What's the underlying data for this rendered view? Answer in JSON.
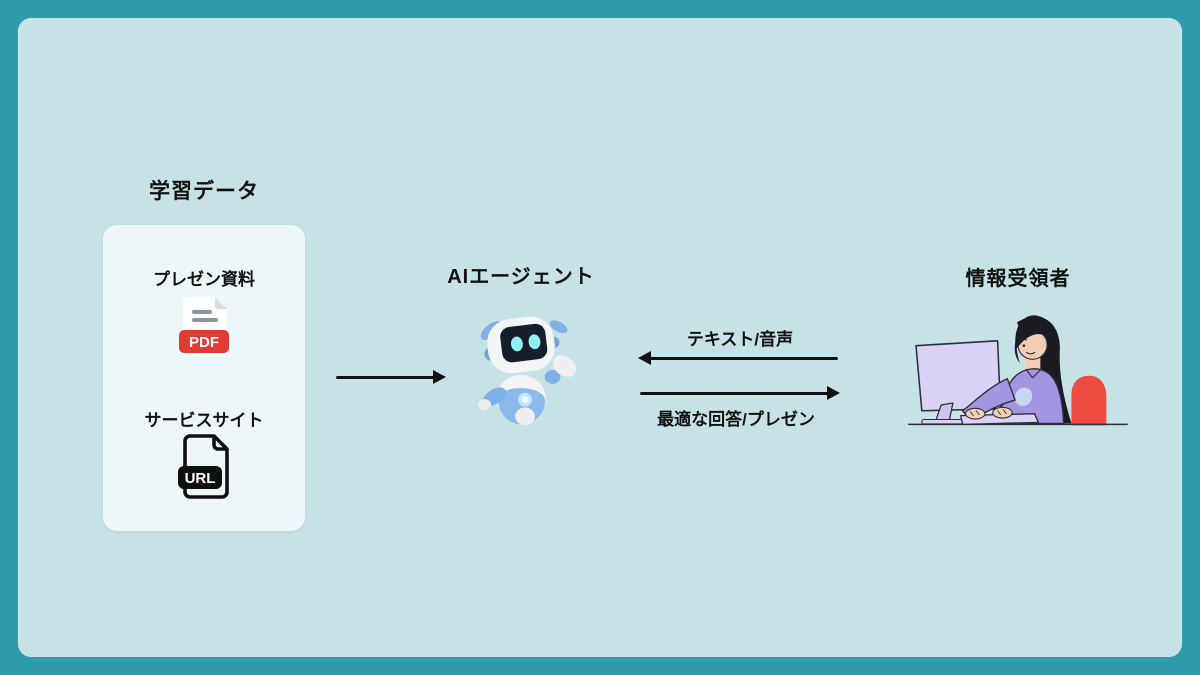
{
  "colors": {
    "frame": "#2E9AAB",
    "panel_background": "#C7E2E7",
    "card_background": "#EDF6F8",
    "text": "#111111",
    "arrow": "#111111",
    "pdf_badge": "#E23B35",
    "url_badge": "#101010",
    "robot_blue": "#7FB0E6",
    "robot_eye": "#8CF1EF",
    "monitor": "#D9D2F4",
    "shirt": "#A495E2",
    "chair": "#EE4B41"
  },
  "learning_data": {
    "title": "学習データ",
    "items": [
      {
        "label": "プレゼン資料",
        "badge": "PDF"
      },
      {
        "label": "サービスサイト",
        "badge": "URL"
      }
    ]
  },
  "agent": {
    "title": "AIエージェント"
  },
  "recipient": {
    "title": "情報受領者"
  },
  "arrows": {
    "to_agent_label": "テキスト/音声",
    "to_recipient_label": "最適な回答/プレゼン"
  }
}
